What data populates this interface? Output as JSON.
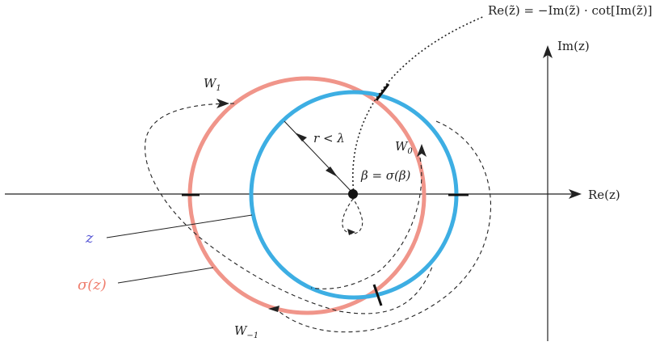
{
  "labels": {
    "im_axis": "Im(z)",
    "re_axis": "Re(z)",
    "w1": "W",
    "w1_sub": "1",
    "w0": "W",
    "w0_sub": "0",
    "wm1": "W",
    "wm1_sub": "−1",
    "radius": "r < λ",
    "fixed_point": "β = σ(β)",
    "curve_eq": "Re(z̃) = −Im(z̃) · cot[Im(z̃)]",
    "z_label": "z",
    "sigma_label": "σ(z)"
  },
  "colors": {
    "z_circle": "#3daee3",
    "sigma_circle": "#f0958a",
    "z_label": "#5b5bd6",
    "sigma_label": "#ef7e6e",
    "ink": "#222222"
  }
}
